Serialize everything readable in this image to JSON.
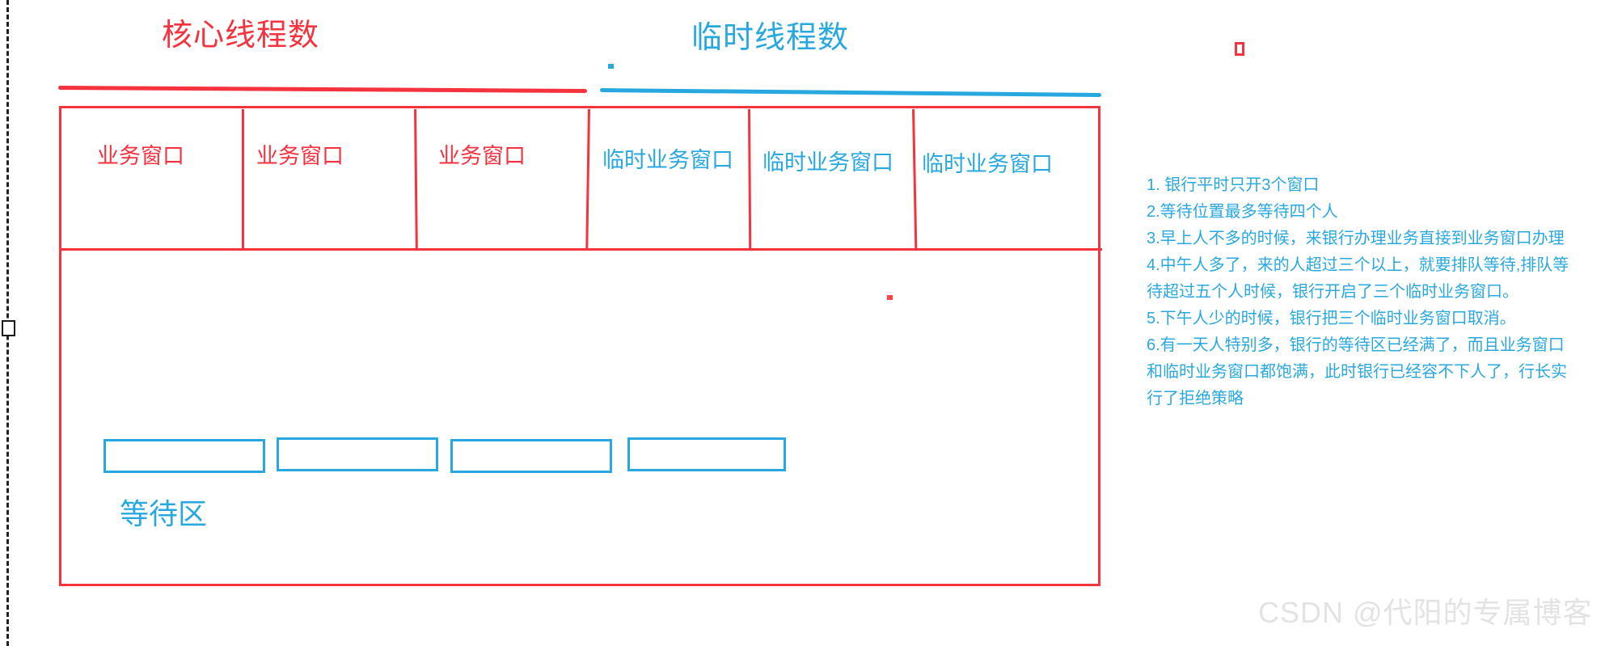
{
  "headings": {
    "core": "核心线程数",
    "temp": "临时线程数"
  },
  "colors": {
    "core_red": "#f5333f",
    "temp_blue": "#29a8e0",
    "watermark_gray": "#e3e3e3",
    "page_edge": "#1a1a1a"
  },
  "bank": {
    "windows": [
      {
        "label": "业务窗口",
        "kind": "core"
      },
      {
        "label": "业务窗口",
        "kind": "core"
      },
      {
        "label": "业务窗口",
        "kind": "core"
      },
      {
        "label": "临时业务窗口",
        "kind": "temp"
      },
      {
        "label": "临时业务窗口",
        "kind": "temp"
      },
      {
        "label": "临时业务窗口",
        "kind": "temp"
      }
    ],
    "waiting_area_label": "等待区",
    "seats": [
      "",
      "",
      "",
      ""
    ]
  },
  "notes": [
    "1. 银行平时只开3个窗口",
    "2.等待位置最多等待四个人",
    "3.早上人不多的时候，来银行办理业务直接到业务窗口办理",
    "4.中午人多了，来的人超过三个以上，就要排队等待,排队等待超过五个人时候，银行开启了三个临时业务窗口。",
    "5.下午人少的时候，银行把三个临时业务窗口取消。",
    "6.有一天人特别多，银行的等待区已经满了，而且业务窗口和临时业务窗口都饱满，此时银行已经容不下人了，行长实行了拒绝策略"
  ],
  "stray_marks": {
    "tofu_glyph": "missing-glyph-box",
    "blue_dot": "blue-dot",
    "red_dot": "red-dot"
  },
  "watermark": "CSDN @代阳的专属博客"
}
